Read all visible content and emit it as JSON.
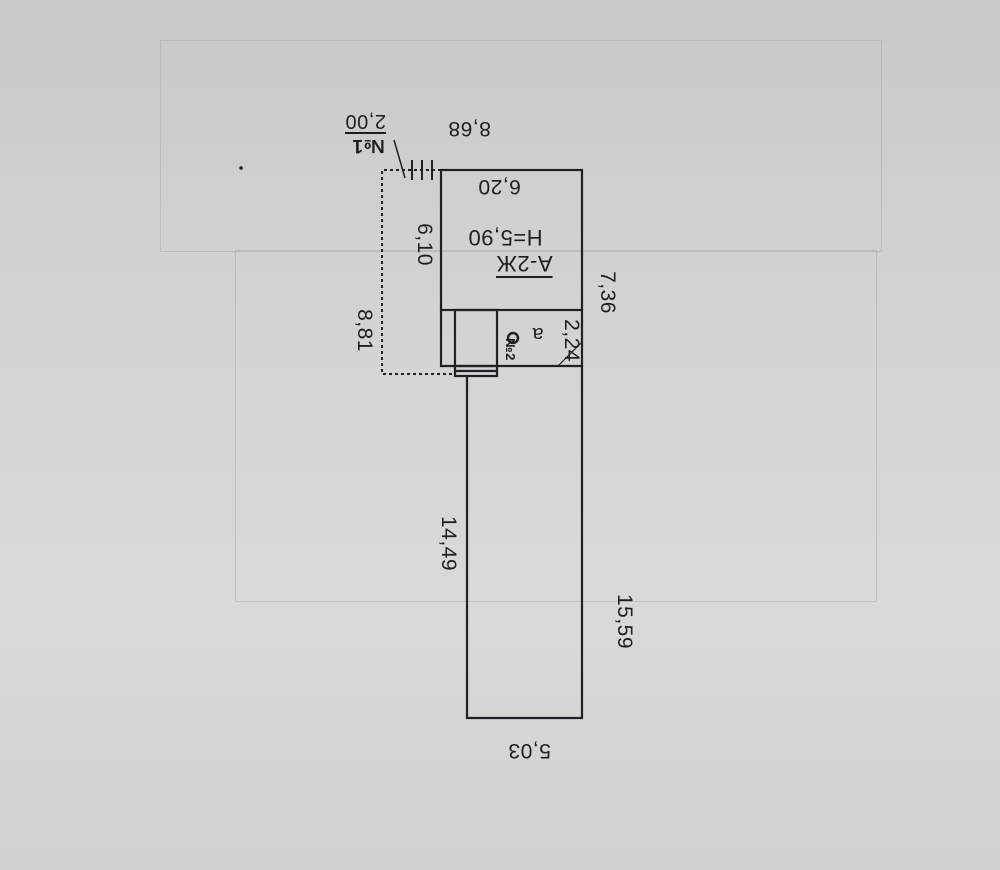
{
  "plan": {
    "ink_color": "#1f2124",
    "paper_color": "#d2d5d3",
    "dimensions": {
      "top_8_68": "8,68",
      "top_6_20": "6,20",
      "left_6_10": "6,10",
      "right_7_36": "7,36",
      "left_8_81": "8,81",
      "inner_2_24": "2,24",
      "left_14_49": "14,49",
      "right_15_59": "15,59",
      "bottom_5_03": "5,03"
    },
    "building": {
      "code": "А-2Ж",
      "height": "Н=5,90"
    },
    "annex_letter": "а",
    "point_no1": "№1",
    "point_no1_value": "2,00",
    "point_no2": "№2"
  }
}
